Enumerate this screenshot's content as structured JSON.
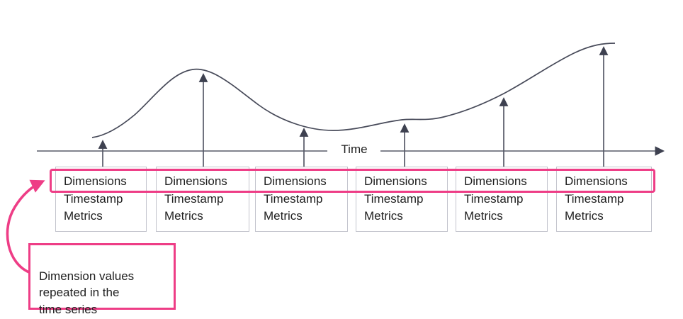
{
  "diagram": {
    "axis_label": "Time",
    "records": [
      {
        "dimensions": "Dimensions",
        "timestamp": "Timestamp",
        "metrics": "Metrics"
      },
      {
        "dimensions": "Dimensions",
        "timestamp": "Timestamp",
        "metrics": "Metrics"
      },
      {
        "dimensions": "Dimensions",
        "timestamp": "Timestamp",
        "metrics": "Metrics"
      },
      {
        "dimensions": "Dimensions",
        "timestamp": "Timestamp",
        "metrics": "Metrics"
      },
      {
        "dimensions": "Dimensions",
        "timestamp": "Timestamp",
        "metrics": "Metrics"
      },
      {
        "dimensions": "Dimensions",
        "timestamp": "Timestamp",
        "metrics": "Metrics"
      }
    ],
    "callout": {
      "text": "Dimension values\nrepeated in the\ntime series"
    },
    "colors": {
      "accent_pink": "#ee3d86",
      "curve": "#474a59",
      "axis": "#6f727e",
      "box_border": "#c3c4cd",
      "text": "#212121"
    }
  }
}
